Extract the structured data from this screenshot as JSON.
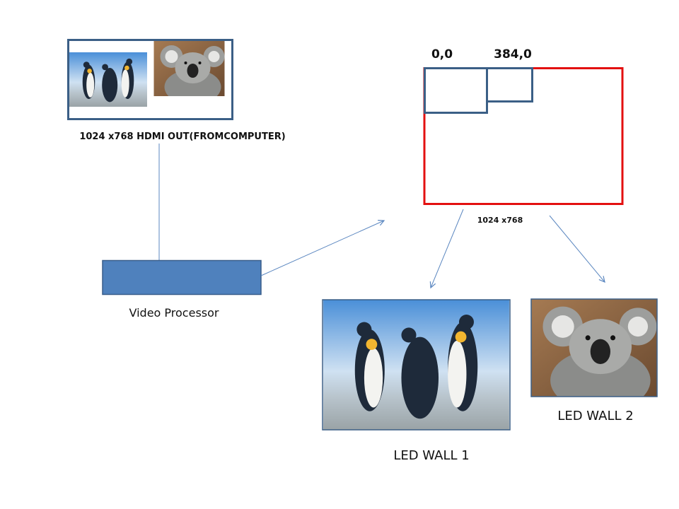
{
  "source": {
    "label": "1024 x768  HDMI  OUT(FROMCOMPUTER)"
  },
  "processor": {
    "label": "Video Processor"
  },
  "canvas": {
    "origin_label_1": "0,0",
    "origin_label_2": "384,0",
    "size_label": "1024 x768"
  },
  "walls": [
    {
      "label": "LED WALL 1",
      "image": "penguins"
    },
    {
      "label": "LED WALL 2",
      "image": "koala"
    }
  ],
  "colors": {
    "outline": "#3b5f86",
    "canvas_border": "#e31010",
    "processor_fill": "#4f81bd",
    "connector": "#5b87c0"
  }
}
